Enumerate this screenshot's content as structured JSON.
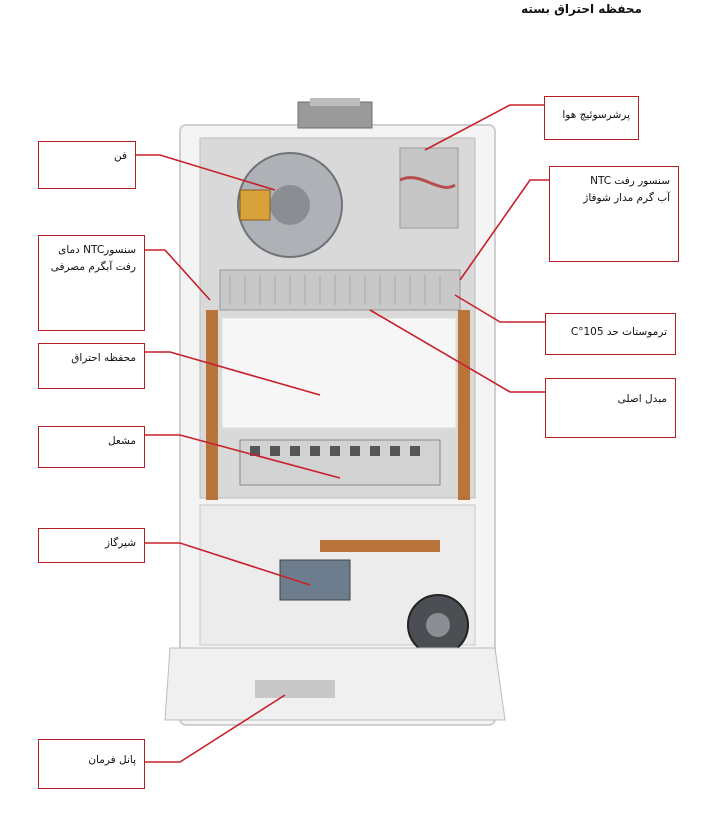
{
  "title": "محفظه احتراق بسته",
  "labels": {
    "fan": "فن",
    "air_pressure_switch": "پرشرسوئیچ هوا",
    "ntc_heating_line1": "سنسور رفت NTC",
    "ntc_heating_line2": "آب گرم مدار شوفاژ",
    "ntc_dhw_line1": "سنسورNTC دمای",
    "ntc_dhw_line2": "رفت آبگرم مصرفی",
    "limit_thermostat": "ترموستات حد 105°C",
    "combustion_chamber": "محفظه احتراق",
    "main_exchanger": "مبدل اصلی",
    "burner": "مشعل",
    "gas_valve": "شیرگاز",
    "control_panel": "پانل فرمان"
  },
  "colors": {
    "callout_border": "#b51e22",
    "leader_line": "#c8202a",
    "boiler_frame": "#f2f2f2",
    "copper": "#b8743a"
  }
}
